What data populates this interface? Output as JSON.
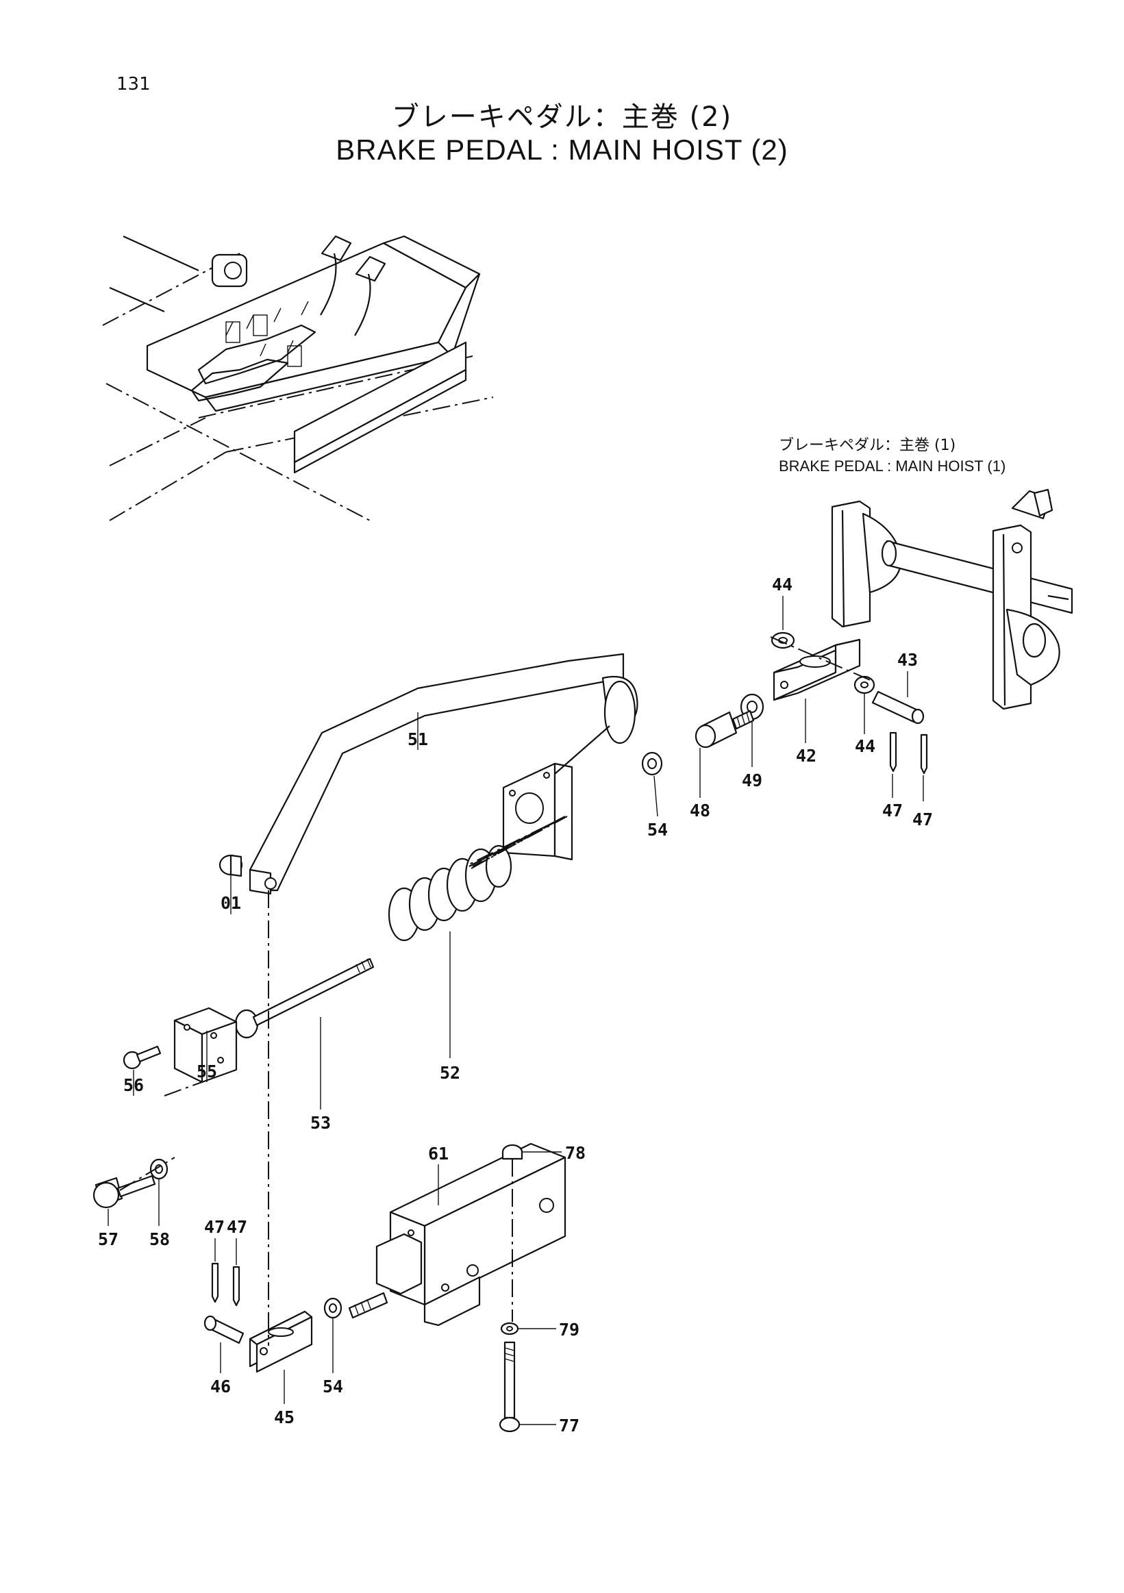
{
  "page": {
    "number": "131",
    "title_jp": "ブレーキペダル：主巻 (2)",
    "title_en": "BRAKE PEDAL : MAIN HOIST (2)"
  },
  "reference": {
    "title_jp": "ブレーキペダル：主巻 (1)",
    "title_en": "BRAKE PEDAL : MAIN HOIST (1)"
  },
  "parts": [
    {
      "id": "p44a",
      "label": "44"
    },
    {
      "id": "p43",
      "label": "43"
    },
    {
      "id": "p42",
      "label": "42"
    },
    {
      "id": "p44b",
      "label": "44"
    },
    {
      "id": "p47a",
      "label": "47"
    },
    {
      "id": "p47b",
      "label": "47"
    },
    {
      "id": "p49",
      "label": "49"
    },
    {
      "id": "p48",
      "label": "48"
    },
    {
      "id": "p54a",
      "label": "54"
    },
    {
      "id": "p51",
      "label": "51"
    },
    {
      "id": "p01",
      "label": "01"
    },
    {
      "id": "p52",
      "label": "52"
    },
    {
      "id": "p53",
      "label": "53"
    },
    {
      "id": "p55",
      "label": "55"
    },
    {
      "id": "p56",
      "label": "56"
    },
    {
      "id": "p57",
      "label": "57"
    },
    {
      "id": "p58",
      "label": "58"
    },
    {
      "id": "p61",
      "label": "61"
    },
    {
      "id": "p78",
      "label": "78"
    },
    {
      "id": "p79",
      "label": "79"
    },
    {
      "id": "p77",
      "label": "77"
    },
    {
      "id": "p47c",
      "label": "47"
    },
    {
      "id": "p47d",
      "label": "47"
    },
    {
      "id": "p46",
      "label": "46"
    },
    {
      "id": "p45",
      "label": "45"
    },
    {
      "id": "p54b",
      "label": "54"
    }
  ]
}
